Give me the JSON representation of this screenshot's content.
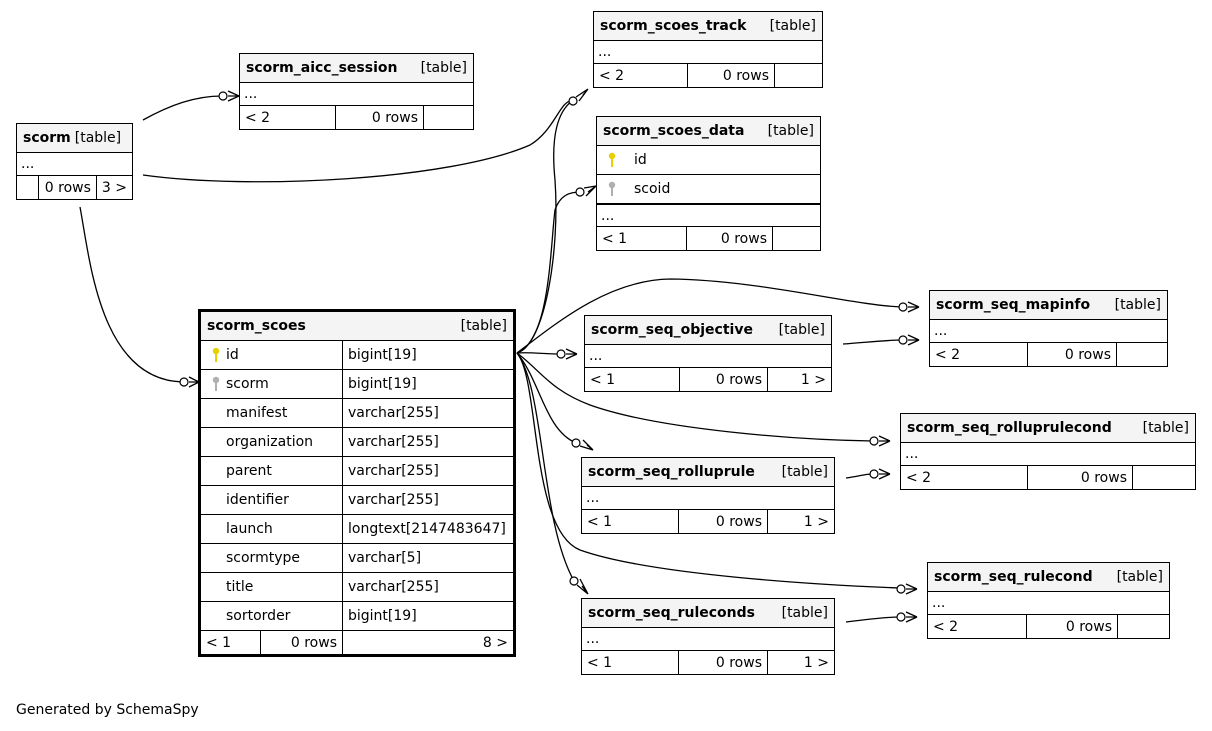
{
  "tables": {
    "scorm": {
      "name": "scorm",
      "type": "[table]",
      "more": "...",
      "prev": "",
      "rows": "0 rows",
      "next": "3 >"
    },
    "scorm_aicc_session": {
      "name": "scorm_aicc_session",
      "type": "[table]",
      "more": "...",
      "prev": "< 2",
      "rows": "0 rows",
      "next": ""
    },
    "scorm_scoes_track": {
      "name": "scorm_scoes_track",
      "type": "[table]",
      "more": "...",
      "prev": "< 2",
      "rows": "0 rows",
      "next": ""
    },
    "scorm_scoes_data": {
      "name": "scorm_scoes_data",
      "type": "[table]",
      "columns": [
        {
          "name": "id",
          "key": "primary"
        },
        {
          "name": "scoid",
          "key": "foreign"
        }
      ],
      "more": "...",
      "prev": "< 1",
      "rows": "0 rows",
      "next": ""
    },
    "scorm_scoes": {
      "name": "scorm_scoes",
      "type": "[table]",
      "columns": [
        {
          "name": "id",
          "type": "bigint[19]",
          "key": "primary"
        },
        {
          "name": "scorm",
          "type": "bigint[19]",
          "key": "foreign"
        },
        {
          "name": "manifest",
          "type": "varchar[255]"
        },
        {
          "name": "organization",
          "type": "varchar[255]"
        },
        {
          "name": "parent",
          "type": "varchar[255]"
        },
        {
          "name": "identifier",
          "type": "varchar[255]"
        },
        {
          "name": "launch",
          "type": "longtext[2147483647]"
        },
        {
          "name": "scormtype",
          "type": "varchar[5]"
        },
        {
          "name": "title",
          "type": "varchar[255]"
        },
        {
          "name": "sortorder",
          "type": "bigint[19]"
        }
      ],
      "prev": "< 1",
      "rows": "0 rows",
      "next": "8 >"
    },
    "scorm_seq_mapinfo": {
      "name": "scorm_seq_mapinfo",
      "type": "[table]",
      "more": "...",
      "prev": "< 2",
      "rows": "0 rows",
      "next": ""
    },
    "scorm_seq_objective": {
      "name": "scorm_seq_objective",
      "type": "[table]",
      "more": "...",
      "prev": "< 1",
      "rows": "0 rows",
      "next": "1 >"
    },
    "scorm_seq_rolluprulecond": {
      "name": "scorm_seq_rolluprulecond",
      "type": "[table]",
      "more": "...",
      "prev": "< 2",
      "rows": "0 rows",
      "next": ""
    },
    "scorm_seq_rolluprule": {
      "name": "scorm_seq_rolluprule",
      "type": "[table]",
      "more": "...",
      "prev": "< 1",
      "rows": "0 rows",
      "next": "1 >"
    },
    "scorm_seq_rulecond": {
      "name": "scorm_seq_rulecond",
      "type": "[table]",
      "more": "...",
      "prev": "< 2",
      "rows": "0 rows",
      "next": ""
    },
    "scorm_seq_ruleconds": {
      "name": "scorm_seq_ruleconds",
      "type": "[table]",
      "more": "...",
      "prev": "< 1",
      "rows": "0 rows",
      "next": "1 >"
    }
  },
  "footer": "Generated by SchemaSpy",
  "colors": {
    "primary_key": "#e6d000",
    "foreign_key": "#b0b0b0",
    "header_bg": "#f4f4f4"
  }
}
